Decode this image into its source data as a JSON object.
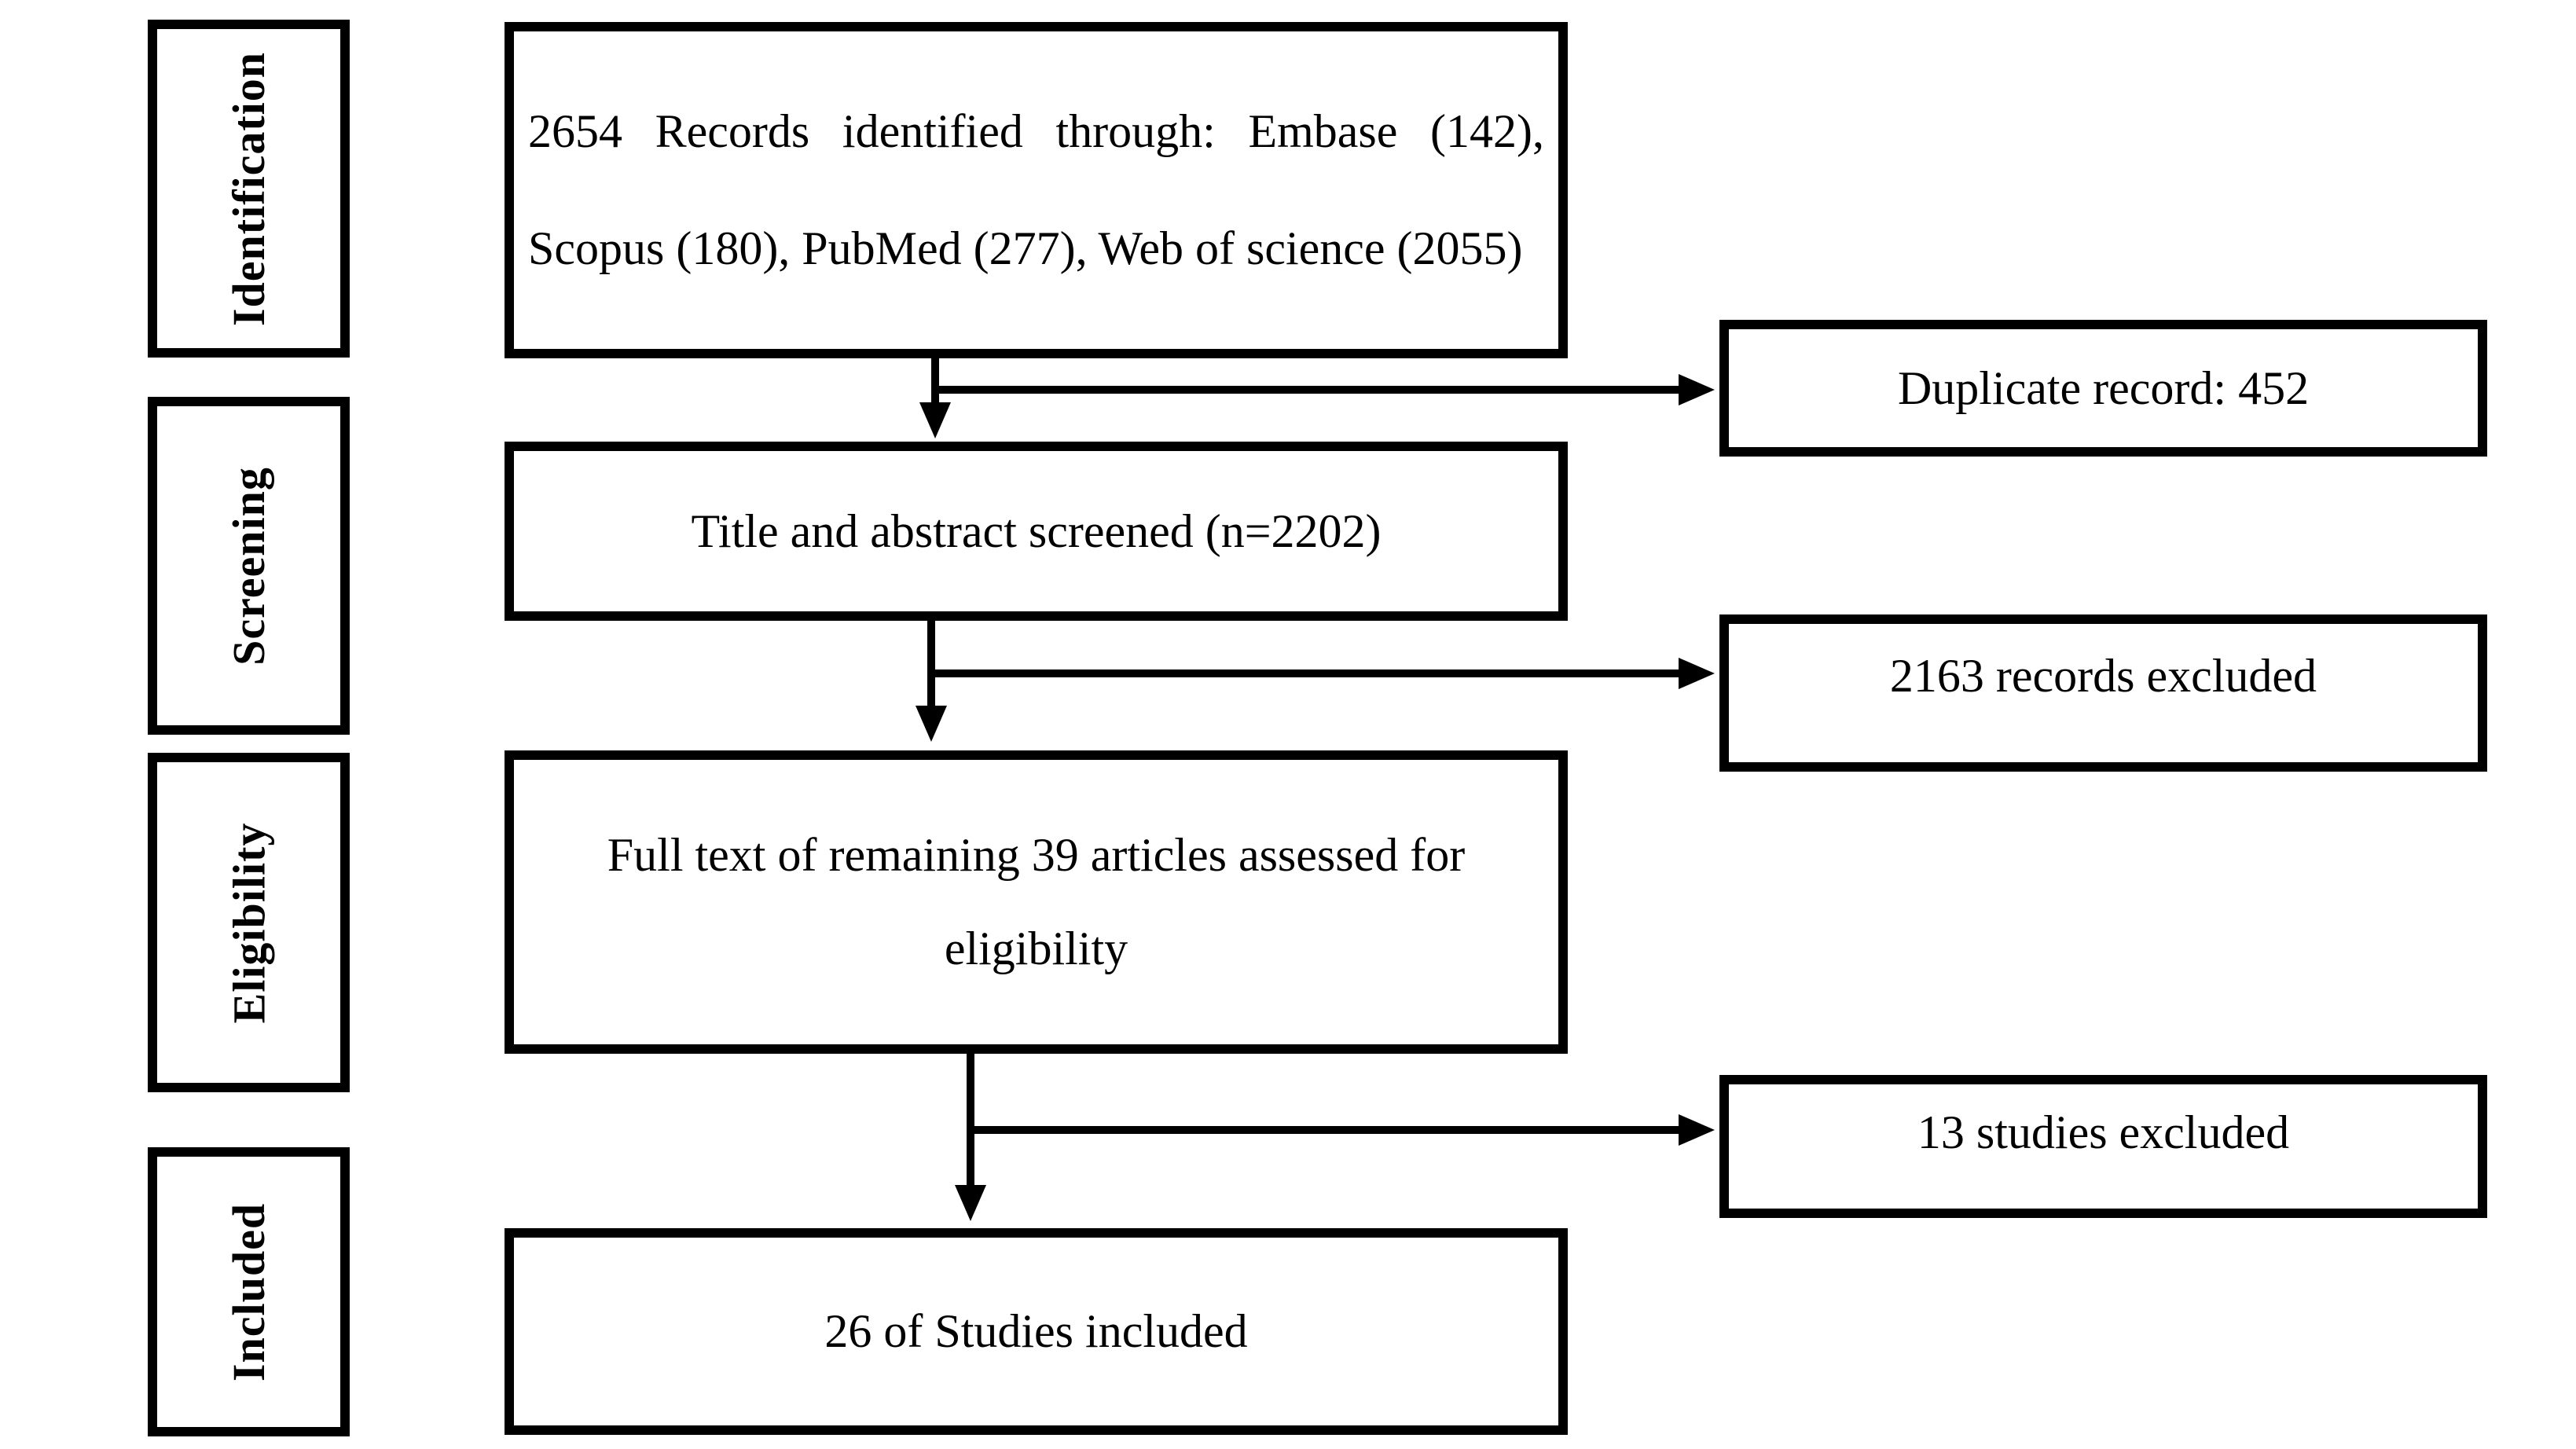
{
  "diagram": {
    "type": "prisma-flow-diagram",
    "colors": {
      "ink": "#000000",
      "background": "#ffffff"
    },
    "stage_labels": [
      {
        "label": "Identification"
      },
      {
        "label": "Screening"
      },
      {
        "label": "Eligibility"
      },
      {
        "label": "Included"
      }
    ],
    "flow_boxes": [
      {
        "lines": [
          "2654 Records identified through: Embase (142),",
          "Scopus (180), PubMed (277), Web of science (2055)"
        ]
      },
      {
        "lines": [
          "Title and abstract screened (n=2202)"
        ]
      },
      {
        "lines": [
          "Full text of remaining 39 articles assessed for",
          "eligibility"
        ]
      },
      {
        "lines": [
          "26 of Studies included"
        ]
      }
    ],
    "exclusion_boxes": [
      {
        "text": "Duplicate record: 452"
      },
      {
        "text": "2163 records excluded"
      },
      {
        "text": "13 studies excluded"
      }
    ]
  }
}
